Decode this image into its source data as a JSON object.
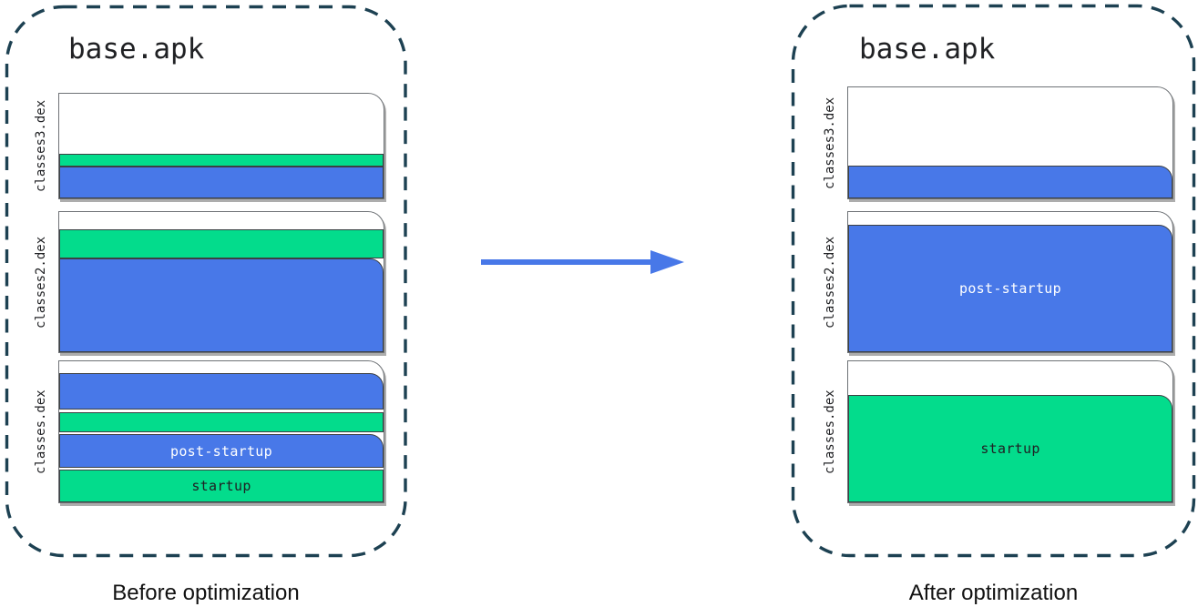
{
  "colors": {
    "blue": "#4878E8",
    "green": "#03DC8C",
    "arrow": "#4878E8",
    "dashed_border": "#1D4152",
    "page_border": "#6E7276",
    "segment_border": "#3C4043",
    "text_dark": "#202124",
    "text_light": "#FFFFFF"
  },
  "panels": {
    "before": {
      "title": "base.apk",
      "caption": "Before optimization",
      "files": [
        {
          "name": "classes3.dex",
          "segments": [
            {
              "color": "white",
              "h": 66
            },
            {
              "color": "green",
              "h": 14
            },
            {
              "color": "blue",
              "h": 35
            }
          ]
        },
        {
          "name": "classes2.dex",
          "segments": [
            {
              "color": "white",
              "h": 19
            },
            {
              "color": "green",
              "h": 32
            },
            {
              "color": "blue",
              "h": 103,
              "rounded": true
            }
          ]
        },
        {
          "name": "classes.dex",
          "segments": [
            {
              "color": "white",
              "h": 13
            },
            {
              "color": "blue",
              "h": 40,
              "rounded": true
            },
            {
              "color": "white",
              "h": 3
            },
            {
              "color": "green",
              "h": 22
            },
            {
              "color": "white",
              "h": 2
            },
            {
              "color": "blue",
              "h": 37,
              "label": "post-startup",
              "text": "light",
              "rounded": true
            },
            {
              "color": "white",
              "h": 2
            },
            {
              "color": "green",
              "h": 36,
              "label": "startup",
              "text": "dark"
            }
          ]
        }
      ]
    },
    "after": {
      "title": "base.apk",
      "caption": "After optimization",
      "files": [
        {
          "name": "classes3.dex",
          "segments": [
            {
              "color": "white",
              "h": 86
            },
            {
              "color": "blue",
              "h": 36,
              "rounded": true
            }
          ]
        },
        {
          "name": "classes2.dex",
          "segments": [
            {
              "color": "white",
              "h": 14
            },
            {
              "color": "blue",
              "h": 140,
              "label": "post-startup",
              "text": "light",
              "rounded": true
            }
          ]
        },
        {
          "name": "classes.dex",
          "segments": [
            {
              "color": "white",
              "h": 37
            },
            {
              "color": "green",
              "h": 118,
              "label": "startup",
              "text": "dark",
              "rounded": true
            }
          ]
        }
      ]
    }
  }
}
